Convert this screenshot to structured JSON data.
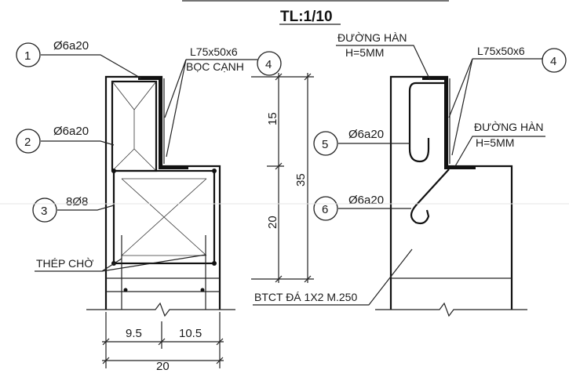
{
  "drawing": {
    "scale_label": "TL:1/10",
    "callouts": [
      {
        "num": "1",
        "text": "Ø6a20"
      },
      {
        "num": "2",
        "text": "Ø6a20"
      },
      {
        "num": "3",
        "text": "8Ø8"
      },
      {
        "num": "4",
        "text": "L75x50x6"
      },
      {
        "num": "4",
        "text": "L75x50x6"
      },
      {
        "num": "5",
        "text": "Ø6a20"
      },
      {
        "num": "6",
        "text": "Ø6a20"
      }
    ],
    "notes": {
      "boc_canh": "BỌC CẠNH",
      "thep_cho": "THÉP CHỜ",
      "weld_1_line1": "ĐƯỜNG HÀN",
      "weld_1_line2": "H=5MM",
      "weld_2_line1": "ĐƯỜNG HÀN",
      "weld_2_line2": "H=5MM",
      "concrete": "BTCT ĐÁ 1X2 M.250"
    },
    "dims": {
      "upper": "15",
      "lower": "20",
      "total_height": "35",
      "left_width": "9.5",
      "right_width": "10.5",
      "total_width": "20"
    }
  }
}
